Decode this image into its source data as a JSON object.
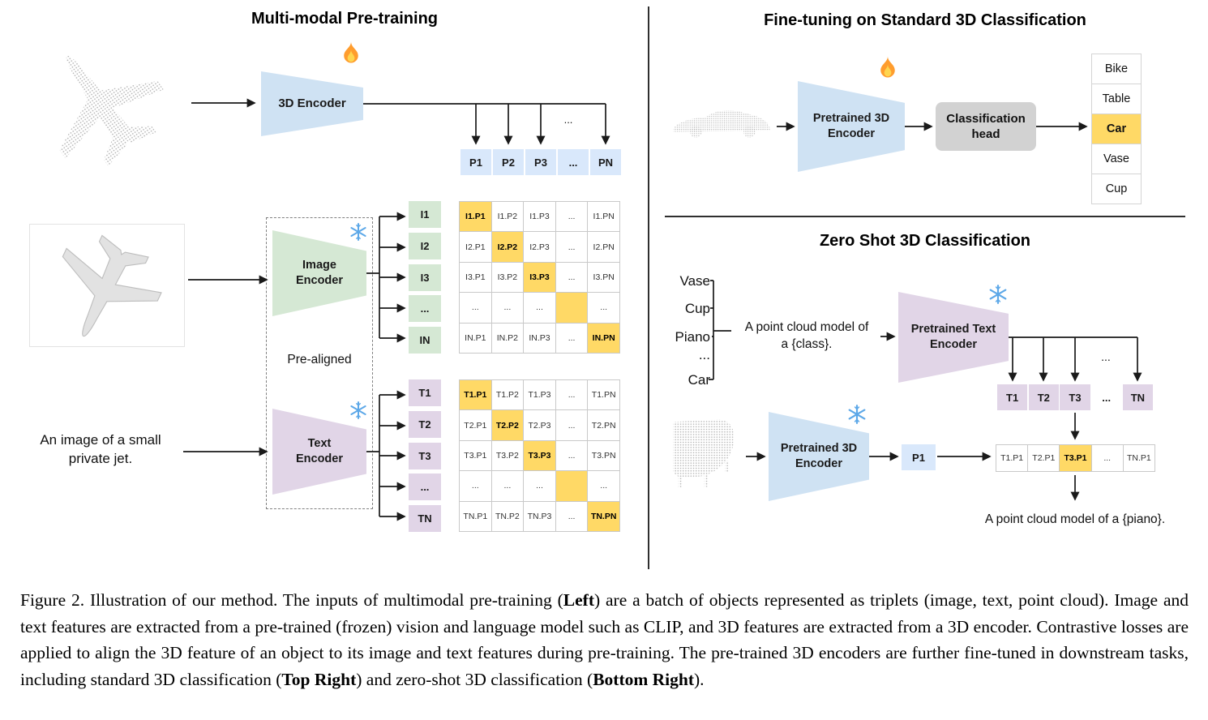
{
  "colors": {
    "accent-orange": "#FFD966",
    "cell-blue": "#D9E8FB",
    "encoder-blue": "#CFE2F3",
    "cell-green": "#D5E8D4",
    "cell-purple": "#E1D5E7",
    "head-gray": "#D2D2D2"
  },
  "pretraining": {
    "title": "Multi-modal Pre-training",
    "encoder3d": {
      "label": "3D Encoder",
      "icon": "flame-icon"
    },
    "image_encoder": {
      "line1": "Image",
      "line2": "Encoder",
      "icon": "snowflake-icon"
    },
    "text_encoder": {
      "line1": "Text",
      "line2": "Encoder",
      "icon": "snowflake-icon"
    },
    "prealigned": "Pre-aligned",
    "jet_caption": "An image of a small private jet.",
    "fanout_ellipsis": "...",
    "p_row": [
      "P1",
      "P2",
      "P3",
      "...",
      "PN"
    ],
    "i_col": [
      "I1",
      "I2",
      "I3",
      "...",
      "IN"
    ],
    "t_col": [
      "T1",
      "T2",
      "T3",
      "...",
      "TN"
    ],
    "ip_matrix": [
      [
        "I1.P1",
        "I1.P2",
        "I1.P3",
        "...",
        "I1.PN"
      ],
      [
        "I2.P1",
        "I2.P2",
        "I2.P3",
        "...",
        "I2.PN"
      ],
      [
        "I3.P1",
        "I3.P2",
        "I3.P3",
        "...",
        "I3.PN"
      ],
      [
        "...",
        "...",
        "...",
        "",
        "..."
      ],
      [
        "IN.P1",
        "IN.P2",
        "IN.P3",
        "...",
        "IN.PN"
      ]
    ],
    "tp_matrix": [
      [
        "T1.P1",
        "T1.P2",
        "T1.P3",
        "...",
        "T1.PN"
      ],
      [
        "T2.P1",
        "T2.P2",
        "T2.P3",
        "...",
        "T2.PN"
      ],
      [
        "T3.P1",
        "T3.P2",
        "T3.P3",
        "...",
        "T3.PN"
      ],
      [
        "...",
        "...",
        "...",
        "",
        "..."
      ],
      [
        "TN.P1",
        "TN.P2",
        "TN.P3",
        "...",
        "TN.PN"
      ]
    ]
  },
  "finetune": {
    "title": "Fine-tuning on Standard 3D Classification",
    "encoder": {
      "line1": "Pretrained 3D",
      "line2": "Encoder",
      "icon": "flame-icon"
    },
    "head": {
      "line1": "Classification",
      "line2": "head"
    },
    "classes": [
      "Bike",
      "Table",
      "Car",
      "Vase",
      "Cup"
    ],
    "highlighted_class": "Car"
  },
  "zeroshot": {
    "title": "Zero Shot 3D Classification",
    "class_words": [
      "Vase",
      "Cup",
      "Piano",
      "...",
      "Car"
    ],
    "prompt": {
      "line1": "A point cloud model of",
      "line2": "a {class}."
    },
    "text_encoder": {
      "line1": "Pretrained Text",
      "line2": "Encoder",
      "icon": "snowflake-icon"
    },
    "encoder3d": {
      "line1": "Pretrained 3D",
      "line2": "Encoder",
      "icon": "snowflake-icon"
    },
    "fanout_ellipsis": "...",
    "t_row": [
      "T1",
      "T2",
      "T3",
      "...",
      "TN"
    ],
    "p_cell": "P1",
    "result_row": [
      "T1.P1",
      "T2.P1",
      "T3.P1",
      "...",
      "TN.P1"
    ],
    "result_text": "A point cloud model of a {piano}."
  },
  "caption": {
    "p1": "Figure 2. Illustration of our method. The inputs of multimodal pre-training (",
    "b1": "Left",
    "p2": ") are a batch of objects represented as triplets (image, text, point cloud). Image and text features are extracted from a pre-trained (frozen) vision and language model such as CLIP, and 3D features are extracted from a 3D encoder. Contrastive losses are applied to align the 3D feature of an object to its image and text features during pre-training. The pre-trained 3D encoders are further fine-tuned in downstream tasks, including standard 3D classification (",
    "b2": "Top Right",
    "p3": ") and zero-shot 3D classification (",
    "b3": "Bottom Right",
    "p4": ")."
  }
}
